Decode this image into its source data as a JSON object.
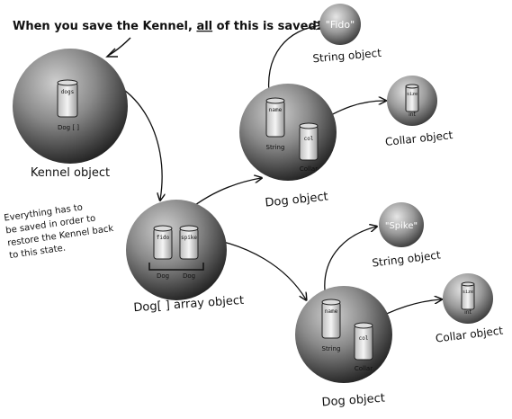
{
  "heading": {
    "prefix": "When you save the Kennel, ",
    "emphasis": "all",
    "suffix": " of this is saved!"
  },
  "note": {
    "lines": [
      "Everything has to",
      "be saved in order to",
      "restore the Kennel back",
      "to this state."
    ]
  },
  "kennel": {
    "label": "Kennel object",
    "cup_top": "dogs",
    "cup_label": "Dog [ ]"
  },
  "dog_array": {
    "label": "Dog[ ] array object",
    "cups": [
      {
        "top": "fido",
        "label": "Dog"
      },
      {
        "top": "spike",
        "label": "Dog"
      }
    ]
  },
  "dog_objects": [
    {
      "label": "Dog object",
      "cups": [
        {
          "top": "name",
          "label": "String"
        },
        {
          "top": "col",
          "label": "Collar"
        }
      ],
      "string_object": {
        "value": "\"Fido\"",
        "label": "String object"
      },
      "collar_object": {
        "cup_top": "size",
        "cup_label": "int",
        "label": "Collar object"
      }
    },
    {
      "label": "Dog object",
      "cups": [
        {
          "top": "name",
          "label": "String"
        },
        {
          "top": "col",
          "label": "Collar"
        }
      ],
      "string_object": {
        "value": "\"Spike\"",
        "label": "String object"
      },
      "collar_object": {
        "cup_top": "size",
        "cup_label": "int",
        "label": "Collar object"
      }
    }
  ],
  "colors": {
    "sphere_dark": "#2e2e2e",
    "sphere_mid": "#7a7a7a",
    "sphere_light": "#c9c9c9",
    "ink": "#111111",
    "cup_fill": "#e8e8e8"
  }
}
